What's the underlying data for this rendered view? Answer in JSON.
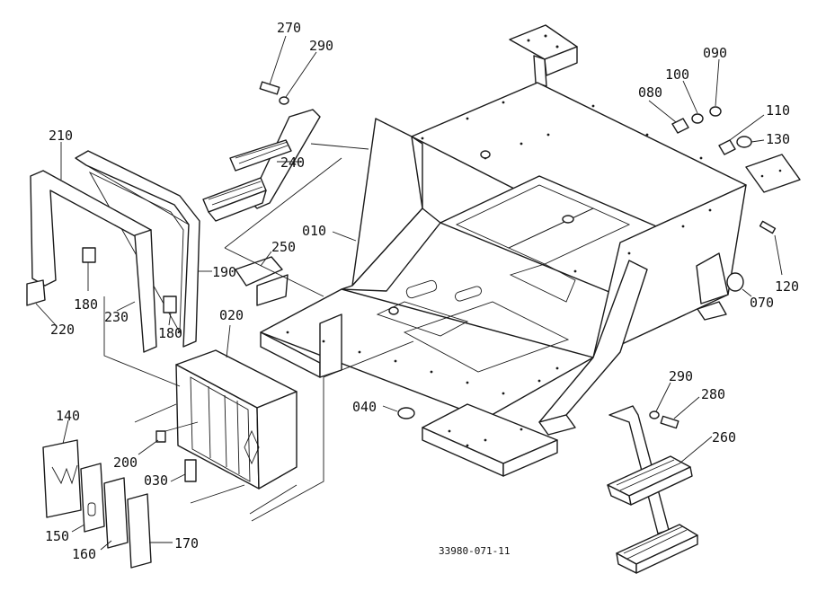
{
  "diagram": {
    "drawing_code": "33980-071-11",
    "labels": [
      {
        "id": "p270",
        "text": "270"
      },
      {
        "id": "p290a",
        "text": "290"
      },
      {
        "id": "p090",
        "text": "090"
      },
      {
        "id": "p100",
        "text": "100"
      },
      {
        "id": "p080",
        "text": "080"
      },
      {
        "id": "p110",
        "text": "110"
      },
      {
        "id": "p130",
        "text": "130"
      },
      {
        "id": "p210",
        "text": "210"
      },
      {
        "id": "p240",
        "text": "240"
      },
      {
        "id": "p010",
        "text": "010"
      },
      {
        "id": "p250",
        "text": "250"
      },
      {
        "id": "p190",
        "text": "190"
      },
      {
        "id": "p120",
        "text": "120"
      },
      {
        "id": "p070",
        "text": "070"
      },
      {
        "id": "p020",
        "text": "020"
      },
      {
        "id": "p180a",
        "text": "180"
      },
      {
        "id": "p230",
        "text": "230"
      },
      {
        "id": "p220",
        "text": "220"
      },
      {
        "id": "p180b",
        "text": "180"
      },
      {
        "id": "p040",
        "text": "040"
      },
      {
        "id": "p290b",
        "text": "290"
      },
      {
        "id": "p280",
        "text": "280"
      },
      {
        "id": "p140",
        "text": "140"
      },
      {
        "id": "p200",
        "text": "200"
      },
      {
        "id": "p260",
        "text": "260"
      },
      {
        "id": "p030",
        "text": "030"
      },
      {
        "id": "p150",
        "text": "150"
      },
      {
        "id": "p170",
        "text": "170"
      },
      {
        "id": "p160",
        "text": "160"
      }
    ]
  }
}
